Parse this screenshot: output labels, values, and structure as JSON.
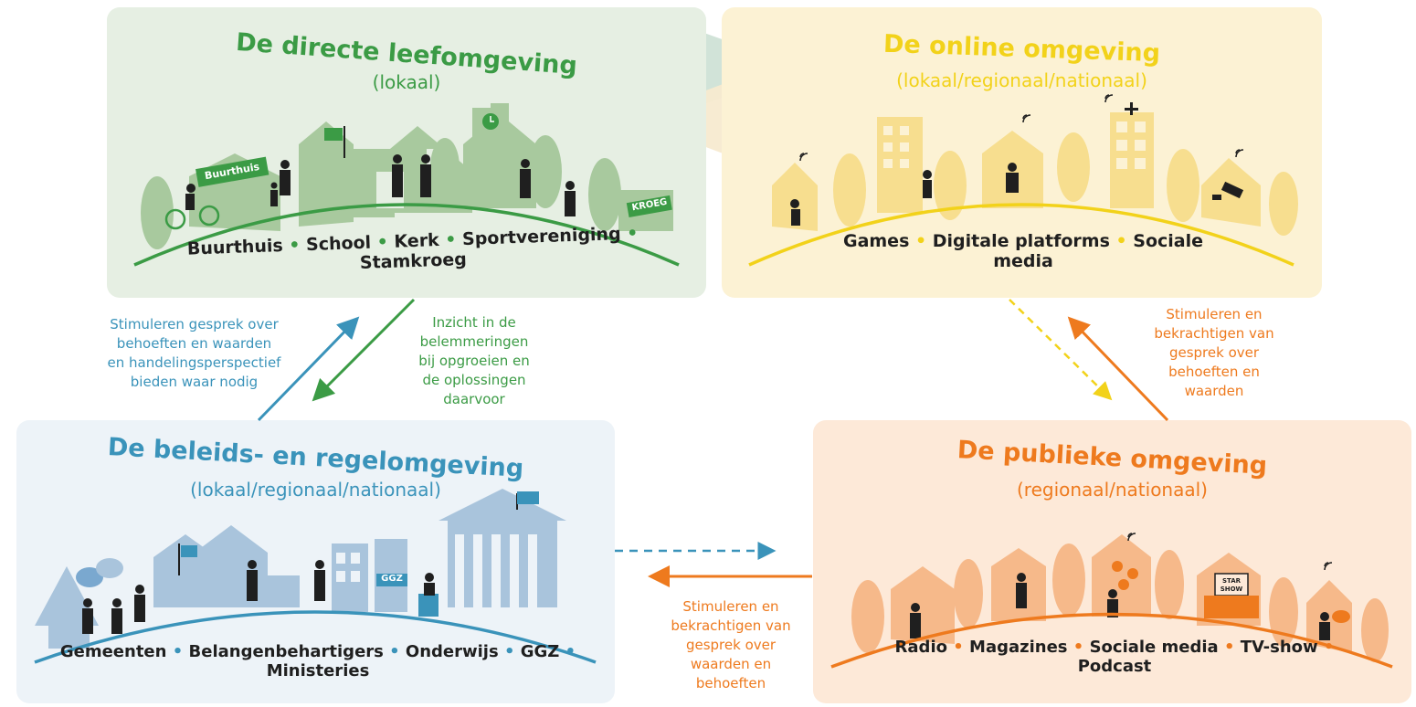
{
  "colors": {
    "green": "#3b9b45",
    "green_bg": "#e6efe3",
    "green_sil": "#a8c99e",
    "yellow": "#f2d21a",
    "yellow_bg": "#fcf2d4",
    "yellow_sil": "#f7de8f",
    "blue": "#3a93ba",
    "blue_bg": "#edf3f8",
    "blue_sil": "#a9c4dc",
    "orange": "#ee7a1e",
    "orange_bg": "#fde9d8",
    "orange_sil": "#f6b98a",
    "dark": "#1f1f1f"
  },
  "panels": {
    "direct": {
      "title": "De directe leefomgeving",
      "subtitle": "(lokaal)",
      "sign_buurthuis": "Buurthuis",
      "sign_kroeg": "KROEG",
      "items": [
        "Buurthuis",
        "School",
        "Kerk",
        "Sportvereniging",
        "Stamkroeg"
      ]
    },
    "online": {
      "title": "De online omgeving",
      "subtitle": "(lokaal/regionaal/nationaal)",
      "items": [
        "Games",
        "Digitale platforms",
        "Sociale media"
      ]
    },
    "beleid": {
      "title": "De beleids- en regelomgeving",
      "subtitle": "(lokaal/regionaal/nationaal)",
      "sign_ggz": "GGZ",
      "items": [
        "Gemeenten",
        "Belangenbehartigers",
        "Onderwijs",
        "GGZ",
        "Ministeries"
      ]
    },
    "publiek": {
      "title": "De publieke omgeving",
      "subtitle": "(regionaal/nationaal)",
      "sign_show": "STAR SHOW",
      "items": [
        "Radio",
        "Magazines",
        "Sociale media",
        "TV-show",
        "Podcast"
      ]
    }
  },
  "annotations": {
    "blue_left": [
      "Stimuleren gesprek over",
      "behoeften en waarden",
      "en handelingsperspectief",
      "bieden waar nodig"
    ],
    "green_left": [
      "Inzicht in de",
      "belemmeringen",
      "bij opgroeien en",
      "de oplossingen",
      "daarvoor"
    ],
    "orange_right": [
      "Stimuleren en",
      "bekrachtigen van",
      "gesprek over",
      "behoeften en",
      "waarden"
    ],
    "orange_bottom": [
      "Stimuleren en",
      "bekrachtigen van",
      "gesprek over",
      "waarden en",
      "behoeften"
    ]
  },
  "icons": [
    "wifi-icon",
    "cross-icon",
    "clock-icon",
    "flag-icon",
    "camera-icon",
    "social-icon"
  ]
}
